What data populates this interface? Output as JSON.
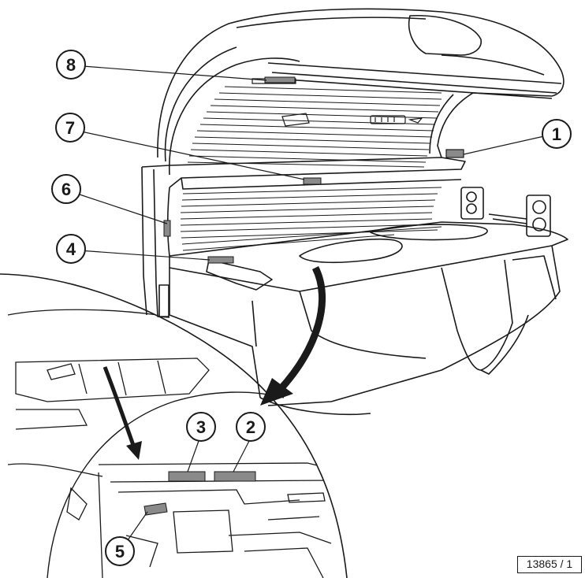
{
  "callouts": [
    {
      "id": "1",
      "label": "1"
    },
    {
      "id": "2",
      "label": "2"
    },
    {
      "id": "3",
      "label": "3"
    },
    {
      "id": "4",
      "label": "4"
    },
    {
      "id": "5",
      "label": "5"
    },
    {
      "id": "6",
      "label": "6"
    },
    {
      "id": "7",
      "label": "7"
    },
    {
      "id": "8",
      "label": "8"
    }
  ],
  "reference_code": "13865 / 1",
  "colors": {
    "line": "#1a1a1a",
    "highlight": "#8a8a8a",
    "background": "#ffffff"
  }
}
